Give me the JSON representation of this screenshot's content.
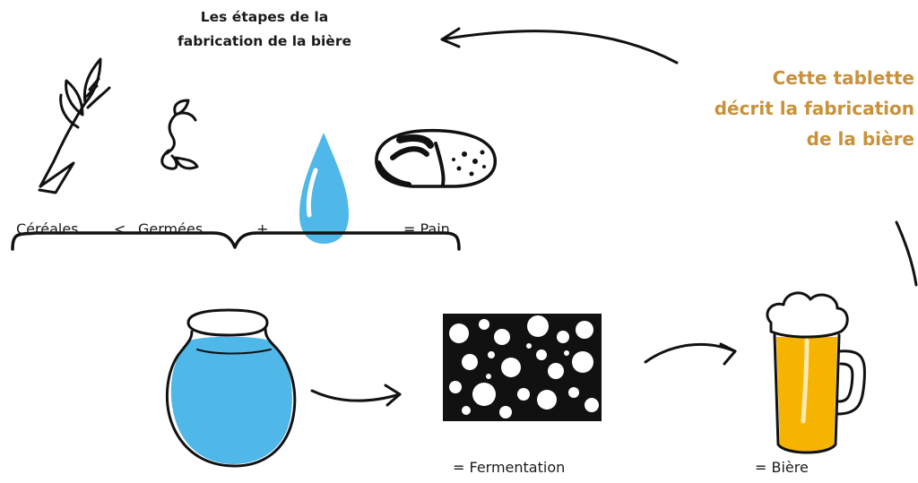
{
  "title": {
    "line1": "Les étapes de la",
    "line2": "fabrication de la bière"
  },
  "tablet_note": {
    "line1": "Cette tablette",
    "line2": "décrit la fabrication",
    "line3": "de la bière",
    "color": "#c8913a"
  },
  "labels": {
    "cereals": "Céréales",
    "less_than": "<",
    "sprouted": "Germées",
    "plus": "+",
    "bread": "= Pain",
    "fermentation": "= Fermentation",
    "beer": "= Bière"
  },
  "icons": [
    "wheat-icon",
    "sprout-icon",
    "water-drop-icon",
    "bread-icon",
    "jar-icon",
    "fermentation-bubbles-icon",
    "beer-mug-icon"
  ],
  "colors": {
    "water": "#4fb8e8",
    "beer": "#f6b400",
    "foam": "#ffffff",
    "ink": "#111111"
  }
}
